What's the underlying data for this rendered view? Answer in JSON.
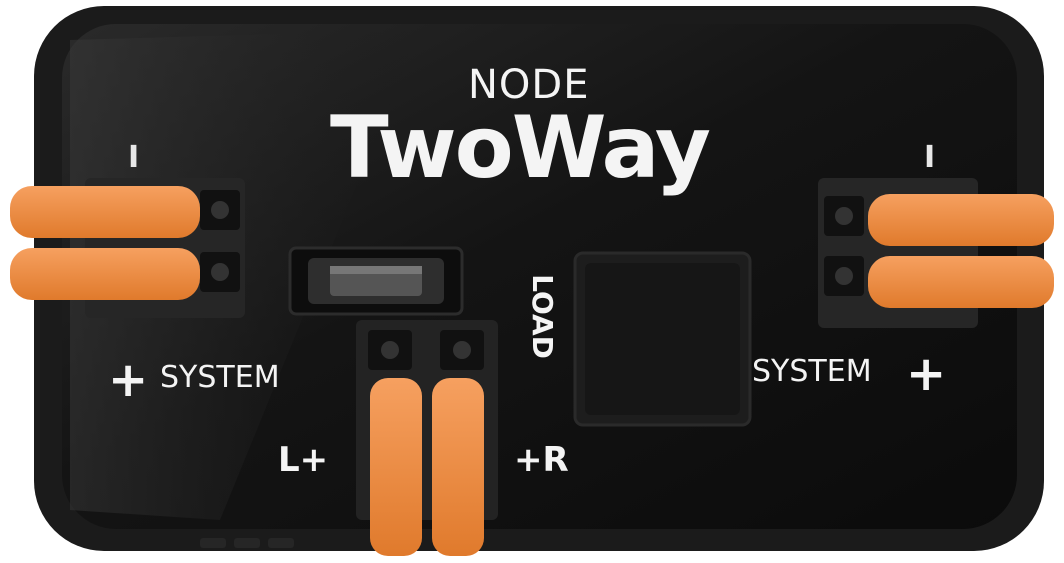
{
  "device": {
    "series_label": "NODE",
    "product_name": "TwoWay",
    "left_system_label": "SYSTEM",
    "right_system_label": "SYSTEM",
    "load_label": "LOAD",
    "left_channel_label": "L+",
    "right_channel_label": "+R",
    "left_minus_mark": "I",
    "right_minus_mark": "I",
    "left_plus_mark": "+",
    "right_plus_mark": "+"
  },
  "colors": {
    "body": "#111111",
    "lever": "#f08a3c",
    "label_text": "#f4f4f4"
  }
}
